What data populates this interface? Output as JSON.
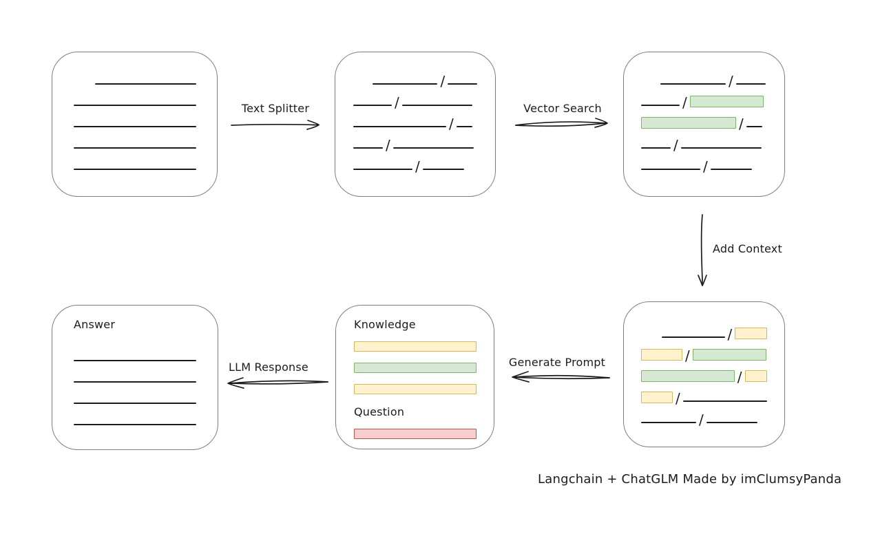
{
  "caption": "Langchain + ChatGLM Made by imClumsyPanda",
  "palette": {
    "green_fill": "#d5e8d4",
    "green_stroke": "#82b366",
    "yellow_fill": "#fff2cc",
    "yellow_stroke": "#d6b656",
    "red_fill": "#f8cecc",
    "red_stroke": "#b85450",
    "ink": "#1b1b1b",
    "box_border": "#7e7e7e"
  },
  "arrows": {
    "text_splitter": {
      "label": "Text Splitter",
      "direction": "right"
    },
    "vector_search": {
      "label": "Vector Search",
      "direction": "right"
    },
    "add_context": {
      "label": "Add Context",
      "direction": "down"
    },
    "generate_prompt": {
      "label": "Generate Prompt",
      "direction": "left"
    },
    "llm_response": {
      "label": "LLM Response",
      "direction": "left"
    }
  },
  "boxes": {
    "source_document": {
      "name": "source document",
      "rows": [
        {
          "type": "segments",
          "indent": 31,
          "items": [
            {
              "t": "line",
              "w": 148
            }
          ]
        },
        {
          "type": "segments",
          "items": [
            {
              "t": "line",
              "w": 179
            }
          ]
        },
        {
          "type": "segments",
          "items": [
            {
              "t": "line",
              "w": 179
            }
          ]
        },
        {
          "type": "segments",
          "items": [
            {
              "t": "line",
              "w": 179
            }
          ]
        },
        {
          "type": "segments",
          "items": [
            {
              "t": "line",
              "w": 179
            }
          ]
        }
      ]
    },
    "split_chunks": {
      "name": "text split into chunks",
      "rows": [
        {
          "type": "segments",
          "indent": 28,
          "items": [
            {
              "t": "line",
              "w": 95
            },
            {
              "t": "slash"
            },
            {
              "t": "line",
              "w": 43
            }
          ]
        },
        {
          "type": "segments",
          "items": [
            {
              "t": "line",
              "w": 56
            },
            {
              "t": "slash"
            },
            {
              "t": "line",
              "w": 102
            }
          ]
        },
        {
          "type": "segments",
          "items": [
            {
              "t": "line",
              "w": 135
            },
            {
              "t": "slash"
            },
            {
              "t": "line",
              "w": 23
            }
          ]
        },
        {
          "type": "segments",
          "items": [
            {
              "t": "line",
              "w": 43
            },
            {
              "t": "slash"
            },
            {
              "t": "line",
              "w": 117
            }
          ]
        },
        {
          "type": "segments",
          "items": [
            {
              "t": "line",
              "w": 86
            },
            {
              "t": "slash"
            },
            {
              "t": "line",
              "w": 60
            }
          ]
        }
      ]
    },
    "vector_search_result": {
      "name": "chunks matched by vector search",
      "rows": [
        {
          "type": "segments",
          "indent": 28,
          "items": [
            {
              "t": "line",
              "w": 95
            },
            {
              "t": "slash"
            },
            {
              "t": "line",
              "w": 43
            }
          ]
        },
        {
          "type": "segments",
          "items": [
            {
              "t": "line",
              "w": 56
            },
            {
              "t": "slash"
            },
            {
              "t": "chunk",
              "color": "green",
              "w": 107
            }
          ]
        },
        {
          "type": "segments",
          "items": [
            {
              "t": "chunk",
              "color": "green",
              "w": 138
            },
            {
              "t": "slash"
            },
            {
              "t": "line",
              "w": 23
            }
          ]
        },
        {
          "type": "segments",
          "items": [
            {
              "t": "line",
              "w": 43
            },
            {
              "t": "slash"
            },
            {
              "t": "line",
              "w": 117
            }
          ]
        },
        {
          "type": "segments",
          "items": [
            {
              "t": "line",
              "w": 86
            },
            {
              "t": "slash"
            },
            {
              "t": "line",
              "w": 60
            }
          ]
        }
      ]
    },
    "context_chunks": {
      "name": "matched chunks with added context",
      "rows": [
        {
          "type": "segments",
          "indent": 30,
          "items": [
            {
              "t": "line",
              "w": 92
            },
            {
              "t": "slash"
            },
            {
              "t": "chunk",
              "color": "yellow",
              "w": 47
            }
          ]
        },
        {
          "type": "segments",
          "items": [
            {
              "t": "chunk",
              "color": "yellow",
              "w": 60
            },
            {
              "t": "slash"
            },
            {
              "t": "chunk",
              "color": "green",
              "w": 107
            }
          ]
        },
        {
          "type": "segments",
          "items": [
            {
              "t": "chunk",
              "color": "green",
              "w": 138
            },
            {
              "t": "slash"
            },
            {
              "t": "chunk",
              "color": "yellow",
              "w": 33
            }
          ]
        },
        {
          "type": "segments",
          "items": [
            {
              "t": "chunk",
              "color": "yellow",
              "w": 46
            },
            {
              "t": "slash"
            },
            {
              "t": "line",
              "w": 122
            }
          ]
        },
        {
          "type": "segments",
          "items": [
            {
              "t": "line",
              "w": 80
            },
            {
              "t": "slash"
            },
            {
              "t": "line",
              "w": 74
            }
          ]
        }
      ]
    },
    "prompt": {
      "name": "generated prompt",
      "rows": [
        {
          "type": "label",
          "text": "Knowledge"
        },
        {
          "type": "bar",
          "color": "yellow"
        },
        {
          "type": "bar",
          "color": "green"
        },
        {
          "type": "bar",
          "color": "yellow"
        },
        {
          "type": "label",
          "text": "Question"
        },
        {
          "type": "bar",
          "color": "red"
        }
      ]
    },
    "answer": {
      "name": "answer document",
      "rows": [
        {
          "type": "label",
          "text": "Answer"
        },
        {
          "type": "segments",
          "items": [
            {
              "t": "line",
              "w": 180
            }
          ]
        },
        {
          "type": "segments",
          "items": [
            {
              "t": "line",
              "w": 180
            }
          ]
        },
        {
          "type": "segments",
          "items": [
            {
              "t": "line",
              "w": 180
            }
          ]
        },
        {
          "type": "segments",
          "items": [
            {
              "t": "line",
              "w": 180
            }
          ]
        }
      ]
    }
  }
}
